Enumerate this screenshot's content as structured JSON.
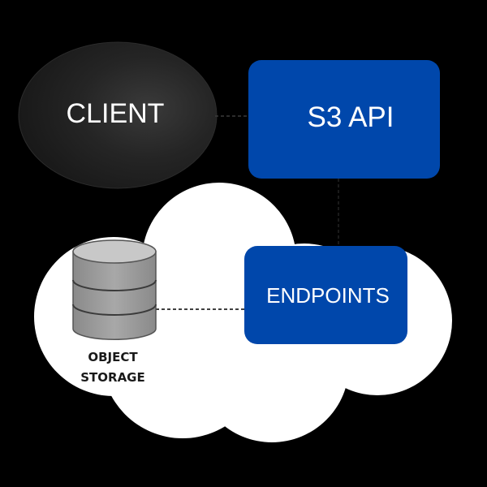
{
  "client": {
    "label": "CLIENT"
  },
  "s3_api": {
    "label": "S3 API"
  },
  "endpoints": {
    "label": "ENDPOINTS"
  },
  "object_storage": {
    "label_line1": "OBJECT",
    "label_line2": "STORAGE"
  },
  "colors": {
    "background": "#000000",
    "box_blue": "#0047AB",
    "client_fill": "#1e1e1e",
    "cloud": "#ffffff",
    "cylinder_body": "#9d9d9d",
    "cylinder_top": "#c4c4c4",
    "connector": "#000000",
    "text_light": "#ffffff",
    "text_dark": "#1a1a1a"
  }
}
